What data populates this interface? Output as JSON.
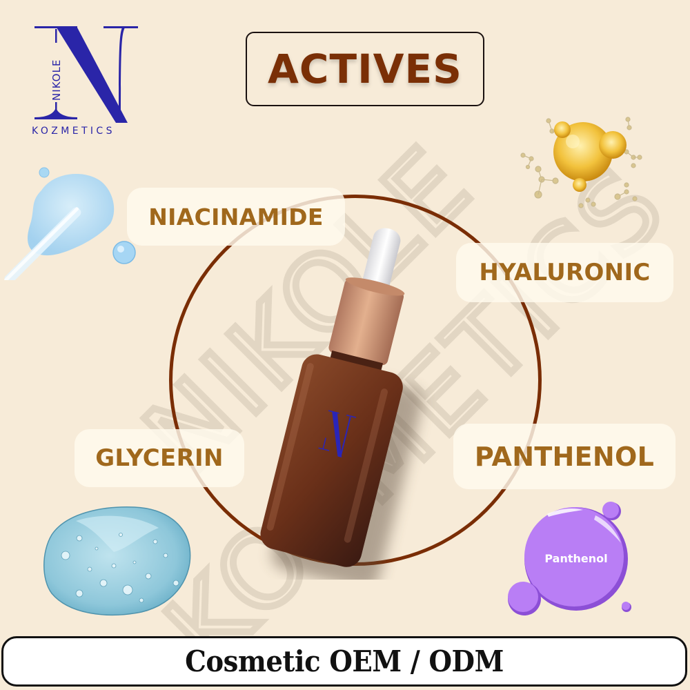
{
  "brand": {
    "logo_letter": "N",
    "logo_vertical_text": "NIKOLE",
    "logo_subtitle": "KOZMETICS",
    "logo_color": "#2a25a8"
  },
  "header": {
    "title": "ACTIVES",
    "title_color": "#7a2f06"
  },
  "watermark": {
    "line1": "NIKOLE",
    "line2": "KOZMETICS"
  },
  "actives": [
    {
      "label": "NIACINAMIDE",
      "illustration": "blue-serum-dropper-splash"
    },
    {
      "label": "HYALURONIC",
      "illustration": "golden-oil-molecule-bubbles"
    },
    {
      "label": "GLYCERIN",
      "illustration": "clear-blue-gel-blob"
    },
    {
      "label": "PANTHENOL",
      "illustration": "purple-bubble",
      "bubble_text": "Panthenol"
    }
  ],
  "product": {
    "type": "amber-dropper-bottle",
    "bottle_logo": "N"
  },
  "colors": {
    "background": "#f7ebd8",
    "label_text": "#a0681c",
    "ring": "#7a2d05",
    "bubble": "#b97ef5"
  },
  "footer": {
    "banner_text": "Cosmetic OEM / ODM"
  }
}
